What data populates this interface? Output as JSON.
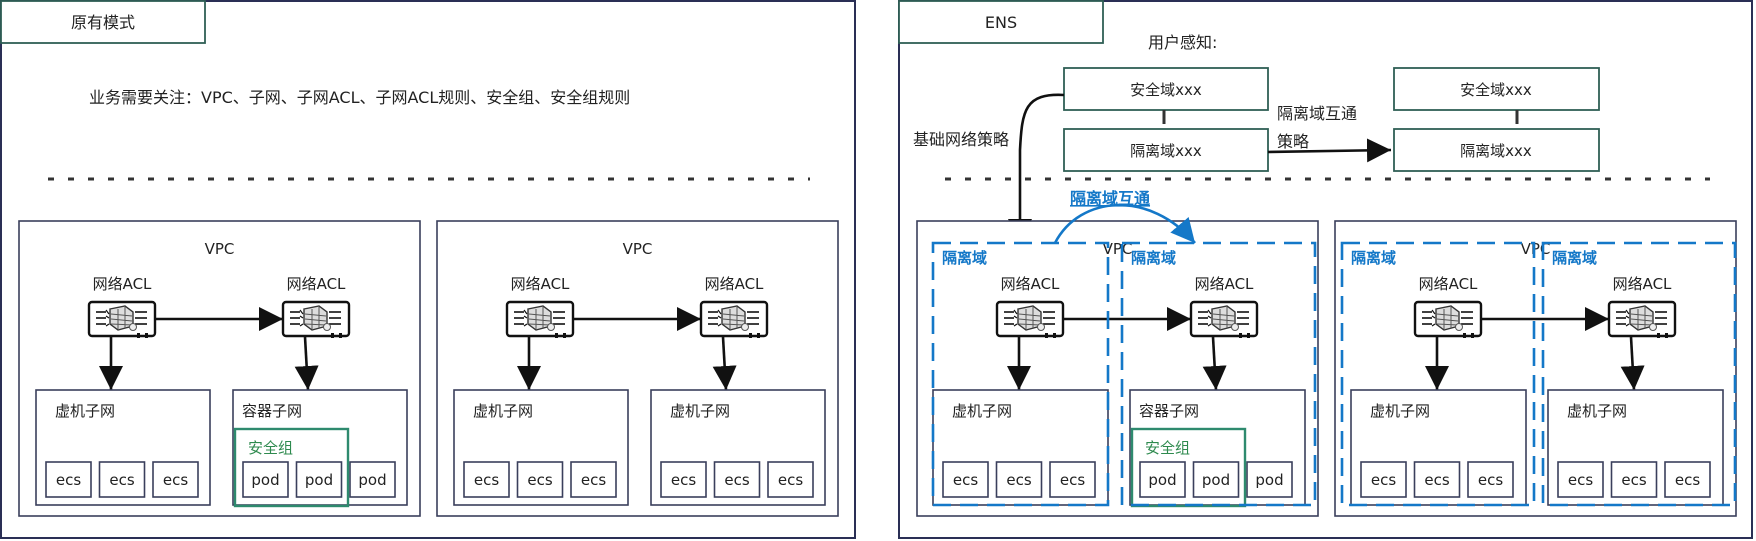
{
  "left_panel": {
    "title": "原有模式",
    "note": "业务需要关注：VPC、子网、子网ACL、子网ACL规则、安全组、安全组规则",
    "vpcs": [
      {
        "label": "VPC",
        "acls": [
          {
            "label": "网络ACL",
            "icon": "firewall-icon"
          },
          {
            "label": "网络ACL",
            "icon": "firewall-icon"
          }
        ],
        "subnets": [
          {
            "label": "虚机子网",
            "items": [
              "ecs",
              "ecs",
              "ecs"
            ]
          },
          {
            "label": "容器子网",
            "items": [
              "pod",
              "pod",
              "pod"
            ],
            "security_group": {
              "label": "安全组",
              "member_count": 2
            }
          }
        ]
      },
      {
        "label": "VPC",
        "acls": [
          {
            "label": "网络ACL",
            "icon": "firewall-icon"
          },
          {
            "label": "网络ACL",
            "icon": "firewall-icon"
          }
        ],
        "subnets": [
          {
            "label": "虚机子网",
            "items": [
              "ecs",
              "ecs",
              "ecs"
            ]
          },
          {
            "label": "虚机子网",
            "items": [
              "ecs",
              "ecs",
              "ecs"
            ]
          }
        ]
      }
    ]
  },
  "right_panel": {
    "title": "ENS",
    "user_perception_label": "用户感知:",
    "basic_policy_label": "基础网络策略",
    "domain_policy_label_line1": "隔离域互通",
    "domain_policy_label_line2": "策略",
    "domain_interop_label": "隔离域互通",
    "domain_groups": [
      {
        "security_domain": "安全域xxx",
        "isolation_domain": "隔离域xxx"
      },
      {
        "security_domain": "安全域xxx",
        "isolation_domain": "隔离域xxx"
      }
    ],
    "vpcs": [
      {
        "label": "VPC",
        "isolation_domain_label": "隔离域",
        "acls": [
          {
            "label": "网络ACL",
            "icon": "firewall-icon"
          },
          {
            "label": "网络ACL",
            "icon": "firewall-icon"
          }
        ],
        "subnets": [
          {
            "label": "虚机子网",
            "items": [
              "ecs",
              "ecs",
              "ecs"
            ]
          },
          {
            "label": "容器子网",
            "items": [
              "pod",
              "pod",
              "pod"
            ],
            "security_group": {
              "label": "安全组",
              "member_count": 2
            }
          }
        ]
      },
      {
        "label": "VPC",
        "isolation_domain_label": "隔离域",
        "acls": [
          {
            "label": "网络ACL",
            "icon": "firewall-icon"
          },
          {
            "label": "网络ACL",
            "icon": "firewall-icon"
          }
        ],
        "subnets": [
          {
            "label": "虚机子网",
            "items": [
              "ecs",
              "ecs",
              "ecs"
            ]
          },
          {
            "label": "虚机子网",
            "items": [
              "ecs",
              "ecs",
              "ecs"
            ]
          }
        ]
      }
    ]
  },
  "colors": {
    "frame": "#3a3f5c",
    "header_border": "#2f5f55",
    "isolation_domain": "#1478c8",
    "security_group": "#2e8a6e"
  }
}
